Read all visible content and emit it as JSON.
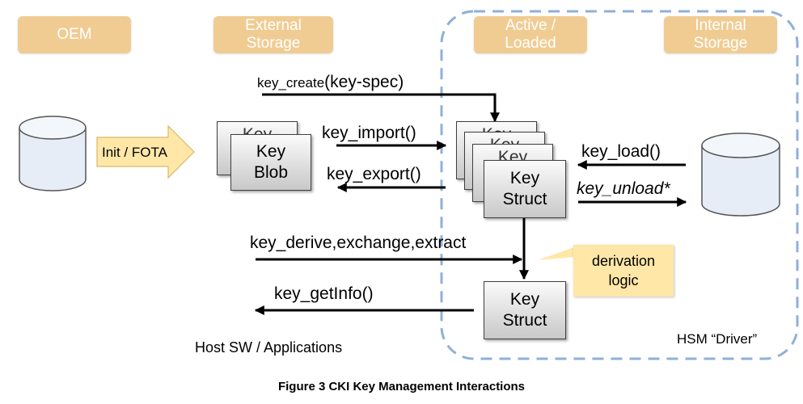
{
  "headers": {
    "oem": "OEM",
    "external_storage": "External Storage",
    "active_loaded": "Active / Loaded",
    "internal_storage": "Internal Storage"
  },
  "init_fota": "Init / FOTA",
  "key_blob": {
    "back": "Key",
    "front": "Key Blob"
  },
  "key_struct_stack": {
    "back1": "Key",
    "back2": "Key",
    "back3": "Key",
    "front": "Key Struct"
  },
  "key_struct_derived": "Key Struct",
  "api": {
    "key_create_fn": "key_create",
    "key_create_arg": "(key-spec)",
    "key_import": "key_import()",
    "key_export": "key_export()",
    "key_load": "key_load()",
    "key_unload": "key_unload*",
    "key_derive": "key_derive,exchange,extract",
    "key_getinfo": "key_getInfo()"
  },
  "derivation_logic": "derivation logic",
  "host_sw": "Host SW / Applications",
  "hsm_driver": "HSM “Driver”",
  "caption": "Figure 3 CKI Key Management Interactions"
}
